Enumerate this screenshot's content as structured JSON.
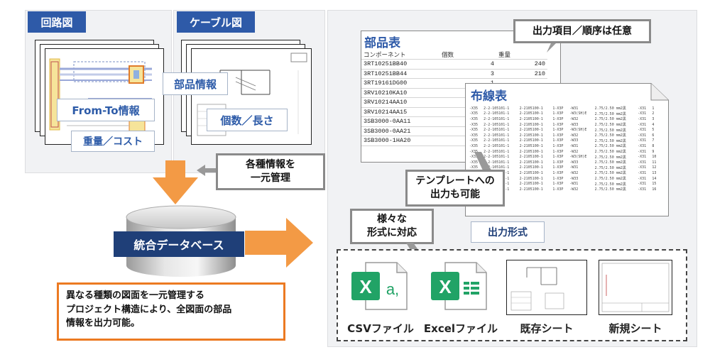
{
  "left": {
    "circuit_tab": "回路図",
    "cable_tab": "ケーブル図",
    "from_to": "From-To情報",
    "weight_cost": "重量／コスト",
    "parts_info": "部品情報",
    "count_length": "個数／長さ"
  },
  "center": {
    "info_callout": "各種情報を\n一元管理",
    "database_label": "統合データベース",
    "description": "異なる種類の図面を一元管理する\nプロジェクト構造により、全図面の部品\n情報を出力可能。"
  },
  "right": {
    "parts_table": {
      "title": "部品表",
      "headers": [
        "コンポーネント",
        "個数",
        "重量"
      ],
      "rows": [
        [
          "3RT10251BB40",
          "4",
          "240"
        ],
        [
          "3RT10251BB44",
          "3",
          "210"
        ],
        [
          "3RT19161DG00",
          "1",
          ""
        ],
        [
          "3RV10210KA10",
          "",
          ""
        ],
        [
          "3RV10214AA10",
          "",
          ""
        ],
        [
          "3RV10214AA15",
          "",
          ""
        ],
        [
          "3SB3000-0AA11",
          "",
          ""
        ],
        [
          "3SB3000-0AA21",
          "",
          ""
        ],
        [
          "3SB3000-1HA20",
          "",
          ""
        ]
      ]
    },
    "wiring_table": {
      "title": "布線表",
      "rows": [
        [
          "-X35",
          "2-2-105101-1",
          "2-2105100-1",
          "1-X3P",
          "-W31",
          "2.75/2.50 mm2黒",
          "-X31",
          "1"
        ],
        [
          "-X35",
          "2-2-105101-1",
          "2-2105100-1",
          "1-X3P",
          "-W3(SH)E",
          "2.75/2.50 mm2黒",
          "-X31",
          "2"
        ],
        [
          "-X35",
          "2-2-105101-1",
          "2-2105100-1",
          "1-X3P",
          "-W32",
          "2.75/2.50 mm2黒",
          "-X31",
          "3"
        ],
        [
          "-X35",
          "2-2-105101-1",
          "2-2105100-1",
          "1-X3P",
          "-W33",
          "2.75/2.50 mm2黒",
          "-X31",
          "4"
        ],
        [
          "-X35",
          "2-2-105101-1",
          "2-2105100-1",
          "1-X3P",
          "-W3(SH)E",
          "2.75/2.50 mm2黒",
          "-X31",
          "5"
        ],
        [
          "-X35",
          "2-2-105101-1",
          "2-2105100-1",
          "1-X3P",
          "-W32",
          "2.75/2.50 mm2黒",
          "-X31",
          "6"
        ],
        [
          "-X35",
          "2-2-105101-1",
          "2-2105100-1",
          "1-X3P",
          "-W33",
          "2.75/2.50 mm2黒",
          "-X31",
          "7"
        ],
        [
          "-X35",
          "2-2-105101-1",
          "2-2105100-1",
          "1-X3P",
          "-W31",
          "2.75/2.50 mm2黒",
          "-X31",
          "8"
        ],
        [
          "-X35",
          "2-2-105101-1",
          "2-2105100-1",
          "1-X3P",
          "-W32",
          "2.75/2.50 mm2黒",
          "-X31",
          "9"
        ],
        [
          "-X35",
          "2-2-105101-1",
          "2-2105100-1",
          "1-X3P",
          "-W3(SH)E",
          "2.75/2.50 mm2黒",
          "-X31",
          "10"
        ],
        [
          "-X35",
          "2-2-105101-1",
          "2-2105100-1",
          "1-X3P",
          "-W33",
          "2.75/2.50 mm2黒",
          "-X31",
          "11"
        ],
        [
          "-X35",
          "2-2-105101-1",
          "2-2105100-1",
          "1-X3P",
          "-W31",
          "2.75/2.50 mm2黒",
          "-X31",
          "12"
        ],
        [
          "-X35",
          "2-2-105101-1",
          "2-2105100-1",
          "1-X3P",
          "-W32",
          "2.75/2.50 mm2黒",
          "-X31",
          "13"
        ],
        [
          "-X35",
          "2-2-105101-1",
          "2-2105100-1",
          "1-X3P",
          "-W33",
          "2.75/2.50 mm2黒",
          "-X31",
          "14"
        ],
        [
          "-X35",
          "2-2-105101-1",
          "2-2105100-1",
          "1-X3P",
          "-W31",
          "2.75/2.50 mm2黒",
          "-X31",
          "15"
        ],
        [
          "-X35",
          "2-2-105101-1",
          "2-2105100-1",
          "1-X3P",
          "-W32",
          "2.75/2.50 mm2黒",
          "-X31",
          "16"
        ]
      ]
    },
    "output_order_callout": "出力項目／順序は任意",
    "template_callout": "テンプレートへの\n出力も可能",
    "formats_callout": "様々な\n形式に対応",
    "output_format_label": "出力形式",
    "formats": [
      {
        "label": "CSVファイル",
        "icon": "csv-file-icon"
      },
      {
        "label": "Excelファイル",
        "icon": "excel-file-icon"
      },
      {
        "label": "既存シート",
        "icon": "existing-sheet-thumbnail"
      },
      {
        "label": "新規シート",
        "icon": "new-sheet-thumbnail"
      }
    ]
  },
  "colors": {
    "accent_blue": "#2e5aa8",
    "arrow_orange": "#f39a45",
    "orange_border": "#ec7a22",
    "db_label_bg": "#1f3f78",
    "excel_green": "#21a366"
  }
}
